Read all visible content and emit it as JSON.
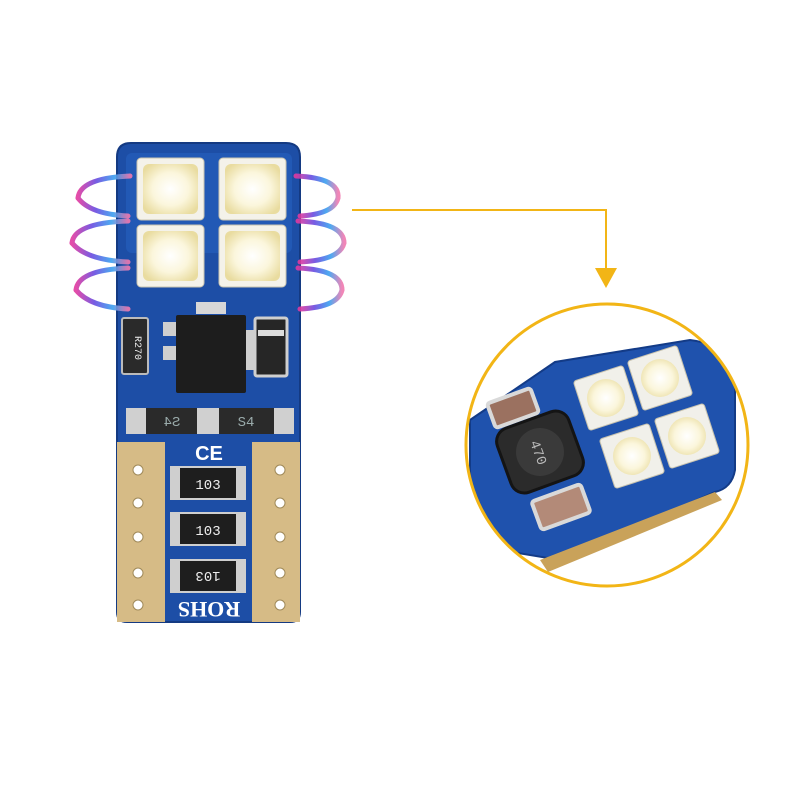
{
  "product": {
    "board_color": "#1e4fa8",
    "pad_color": "#d6bb86",
    "callout_color": "#f2b516",
    "silkscreen": {
      "resistor_code": "R270",
      "diode_marks": [
        "S4",
        "S4"
      ],
      "ce_mark": "CE",
      "resistor_labels": [
        "103",
        "103",
        "103"
      ],
      "rohs_label": "ROHS",
      "inductor_label": "470"
    }
  }
}
